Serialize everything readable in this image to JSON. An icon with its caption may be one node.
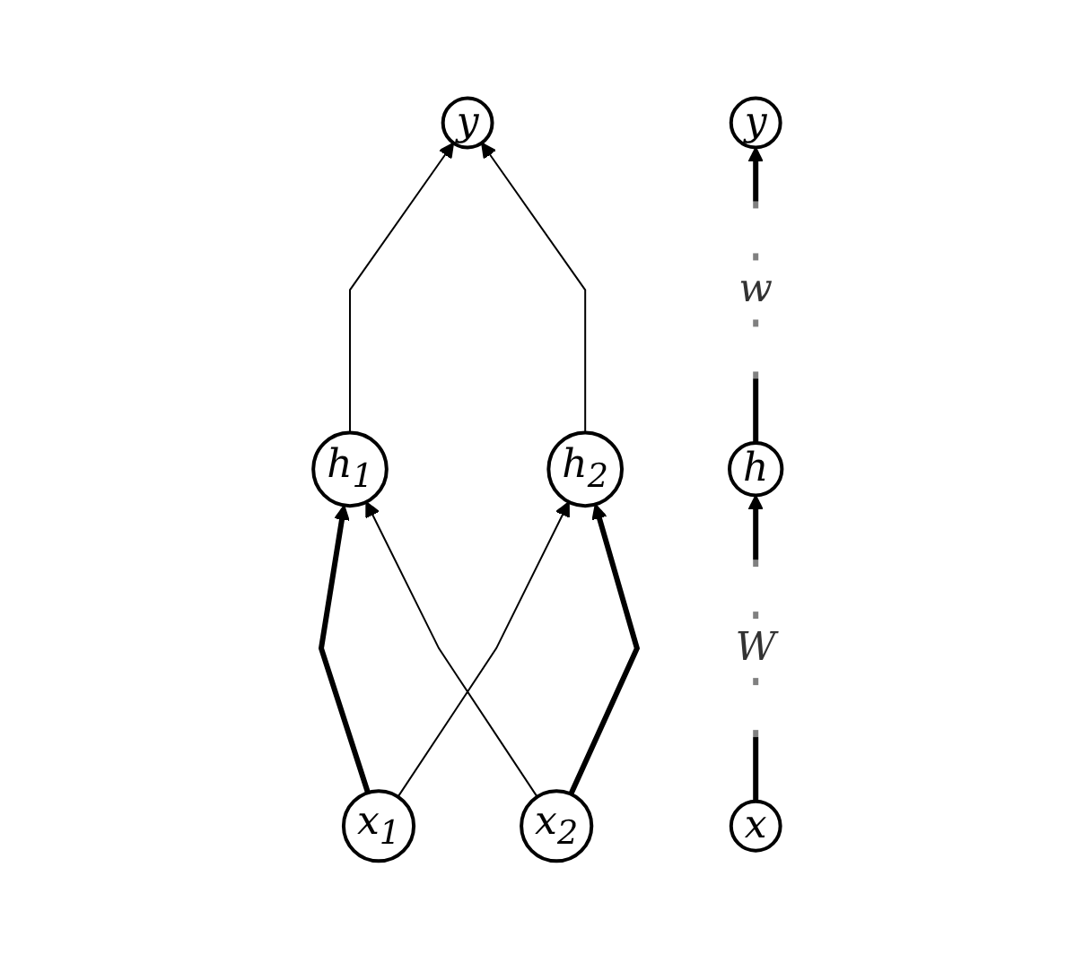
{
  "diagram": {
    "nodes": [
      {
        "text": [
          "y"
        ]
      },
      {
        "text": [
          "y"
        ]
      },
      {
        "text": [
          "h$_{1}$"
        ]
      },
      {
        "text": [
          "h$_{2}$"
        ]
      },
      {
        "text": [
          "h"
        ]
      },
      {
        "text": [
          "x$_{1}$"
        ]
      },
      {
        "text": [
          "x$_{2}$"
        ]
      },
      {
        "text": [
          "x"
        ]
      }
    ],
    "edges": [
      {
        "from": 5,
        "to": 2,
        "arrow": "to",
        "style": "thick"
      },
      {
        "from": 5,
        "to": 3,
        "arrow": "to"
      },
      {
        "from": 6,
        "to": 2,
        "arrow": "to"
      },
      {
        "from": 6,
        "to": 3,
        "arrow": "to",
        "style": "thick"
      },
      {
        "from": 2,
        "to": 0,
        "arrow": "to"
      },
      {
        "from": 3,
        "to": 0,
        "arrow": "to"
      },
      {
        "from": 7,
        "to": 4,
        "arrow": "to",
        "label": "W",
        "style": "thick"
      },
      {
        "from": 4,
        "to": 1,
        "arrow": "to",
        "label": "w",
        "style": "thick"
      }
    ]
  }
}
